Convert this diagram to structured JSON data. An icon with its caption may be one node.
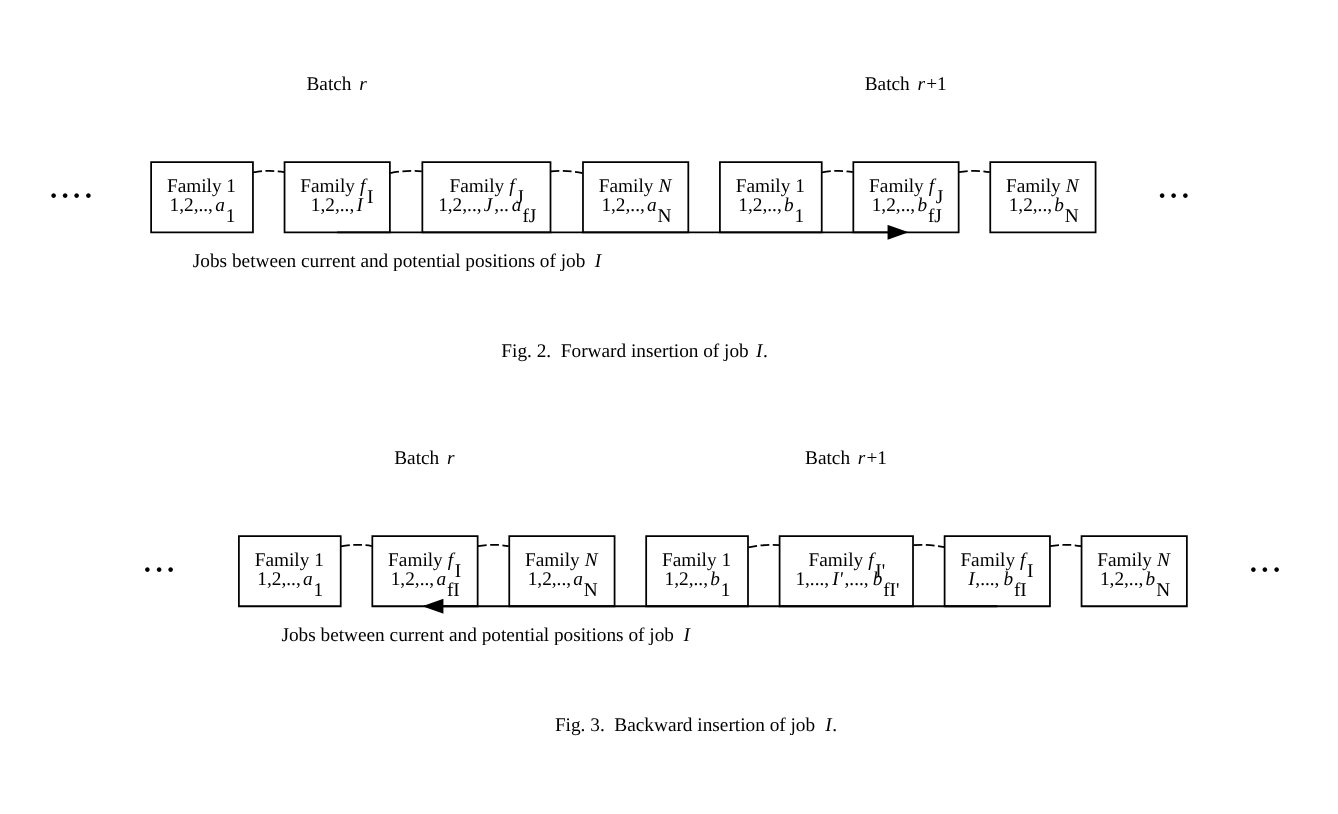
{
  "diagram": {
    "nodes": [
      {
        "text": [
          "Family 1",
          "1,2,..,*a*$_{1}$"
        ]
      },
      {
        "text": [
          "Family *f*$_{I}$",
          "1,2,..,*I*"
        ]
      },
      {
        "text": [
          "Family *f*$_{J}$",
          "1,2,..,*J*,..*a*$_{fJ}$"
        ]
      },
      {
        "text": [
          "Family *N*",
          "1,2,..,*a*$_{N}$"
        ]
      },
      {
        "text": [
          "Family 1",
          "1,2,..,*b*$_{1}$"
        ]
      },
      {
        "text": [
          "Family *f*$_{J}$",
          "1,2,..,*b*$_{fJ}$"
        ]
      },
      {
        "text": [
          "Family *N*",
          "1,2,..,*b*$_{N}$"
        ]
      },
      {
        "text": [
          "Family 1",
          "1,2,..,*a*$_{1}$"
        ]
      },
      {
        "text": [
          "Family *f*$_{I}$",
          "1,2,..,*a*$_{fI}$"
        ]
      },
      {
        "text": [
          "Family *N*",
          "1,2,..,*a*$_{N}$"
        ]
      },
      {
        "text": [
          "Family 1",
          "1,2,..,*b*$_{1}$"
        ]
      },
      {
        "text": [
          "Family *f*$_{I'}$",
          "1,...,*I'*,...,*b*$_{fI'}$"
        ]
      },
      {
        "text": [
          "Family *f*$_{I}$",
          "*I*,...,*b*$_{fI}$"
        ]
      },
      {
        "text": [
          "Family *N*",
          "1,2,..,*b*$_{N}$"
        ]
      }
    ],
    "edges": [
      {
        "from": 0,
        "to": 1,
        "arrow": "none",
        "style": "dashed"
      },
      {
        "from": 1,
        "to": 2,
        "arrow": "none",
        "style": "dashed"
      },
      {
        "from": 2,
        "to": 3,
        "arrow": "none",
        "style": "dashed"
      },
      {
        "from": 4,
        "to": 5,
        "arrow": "none",
        "style": "dashed"
      },
      {
        "from": 5,
        "to": 6,
        "arrow": "none",
        "style": "dashed"
      },
      {
        "from": 1,
        "to": 5,
        "arrow": "to",
        "label": "Jobs between current and potential positions of job *I*"
      },
      {
        "from": 7,
        "to": 8,
        "arrow": "none",
        "style": "dashed"
      },
      {
        "from": 8,
        "to": 9,
        "arrow": "none",
        "style": "dashed"
      },
      {
        "from": 10,
        "to": 11,
        "arrow": "none",
        "style": "dashed"
      },
      {
        "from": 11,
        "to": 12,
        "arrow": "none",
        "style": "dashed"
      },
      {
        "from": 12,
        "to": 13,
        "arrow": "none",
        "style": "dashed"
      },
      {
        "from": 12,
        "to": 8,
        "arrow": "to",
        "label": "Jobs between current and potential positions of job *I*"
      }
    ],
    "labels": [
      "Batch *r*",
      "Batch *r*+1",
      "• • • •",
      "• • •",
      "Fig. 2.  Forward insertion of job *I*.",
      "Batch *r*",
      "Batch *r*+1",
      "• • •",
      "• • •",
      "Fig. 3.  Backward insertion of job *I*."
    ]
  }
}
